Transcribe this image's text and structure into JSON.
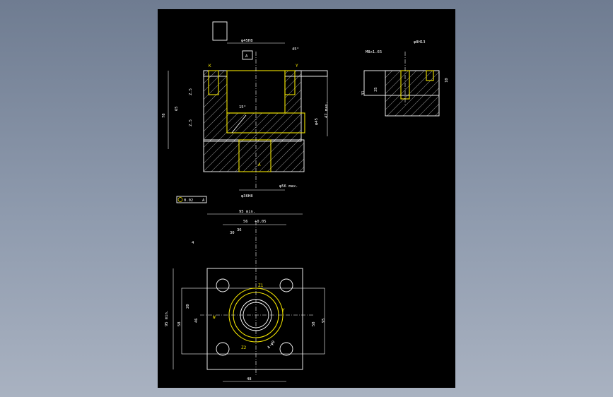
{
  "viewer": {
    "background_top": "#6f7c91",
    "background_bottom": "#a9b2c1",
    "sheet_color": "#000000"
  },
  "drawing": {
    "line_color": "#ffffff",
    "highlight_color": "#f2e400",
    "top_view": {
      "label_datum": "A",
      "label_k": "K",
      "label_y": "Y",
      "label_a_bottom": "A",
      "dim_top": "φ45H8",
      "dim_bottom": "φ36H8",
      "dim_bore": "φ56 max.",
      "dim_h1": "2.5",
      "dim_h2": "2.5",
      "dim_h3": "65",
      "dim_total": "78",
      "dim_side": "φ45",
      "dim_right": "47 max.",
      "angle1": "45°",
      "angle2": "15°",
      "tol_frame": "0.02",
      "tol_frame_ref": "A"
    },
    "detail_view": {
      "dim_top": "φ8H13",
      "dim_thread": "M8x1.65",
      "dim_h": "35",
      "dim_v": "31",
      "dim_r": "10"
    },
    "plan_view": {
      "dim_overall_w": "95 min.",
      "dim_w1": "56",
      "dim_w1_tol": "+0.05",
      "dim_w2": "36",
      "dim_w3": "30",
      "dim_w4": "4",
      "dim_h_overall": "95 min.",
      "dim_h1": "58",
      "dim_h2": "20",
      "dim_h3": "46",
      "dim_bottom": "48",
      "label_z1": "Z1",
      "label_z2": "Z2",
      "label_w": "W",
      "label_y": "Y",
      "label_hole": "4-φ9",
      "dim_right1": "58",
      "dim_right2": "95"
    }
  }
}
